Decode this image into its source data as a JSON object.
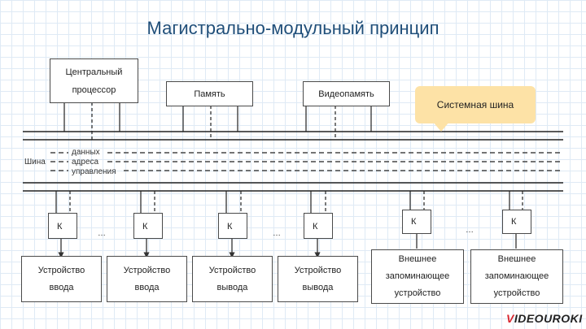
{
  "title": "Магистрально-модульный принцип",
  "cpu": {
    "line1": "Центральный",
    "line2": "процессор"
  },
  "memory": "Память",
  "videomemory": "Видеопамять",
  "callout": "Системная шина",
  "bus": {
    "label": "Шина",
    "data": "данных",
    "address": "адреса",
    "control": "управления"
  },
  "controller": "К",
  "ellipsis": "…",
  "devices": [
    {
      "line1": "Устройство",
      "line2": "ввода"
    },
    {
      "line1": "Устройство",
      "line2": "ввода"
    },
    {
      "line1": "Устройство",
      "line2": "вывода"
    },
    {
      "line1": "Устройство",
      "line2": "вывода"
    },
    {
      "line1": "Внешнее",
      "line2": "запоминающее",
      "line3": "устройство"
    },
    {
      "line1": "Внешнее",
      "line2": "запоминающее",
      "line3": "устройство"
    }
  ],
  "logo": {
    "brand_v": "V",
    "brand_rest": "IDEOUROKI"
  },
  "colors": {
    "title": "#1f4e79",
    "callout": "#fde2a6",
    "grid": "#dfeaf5",
    "logo_accent": "#d9262e"
  }
}
